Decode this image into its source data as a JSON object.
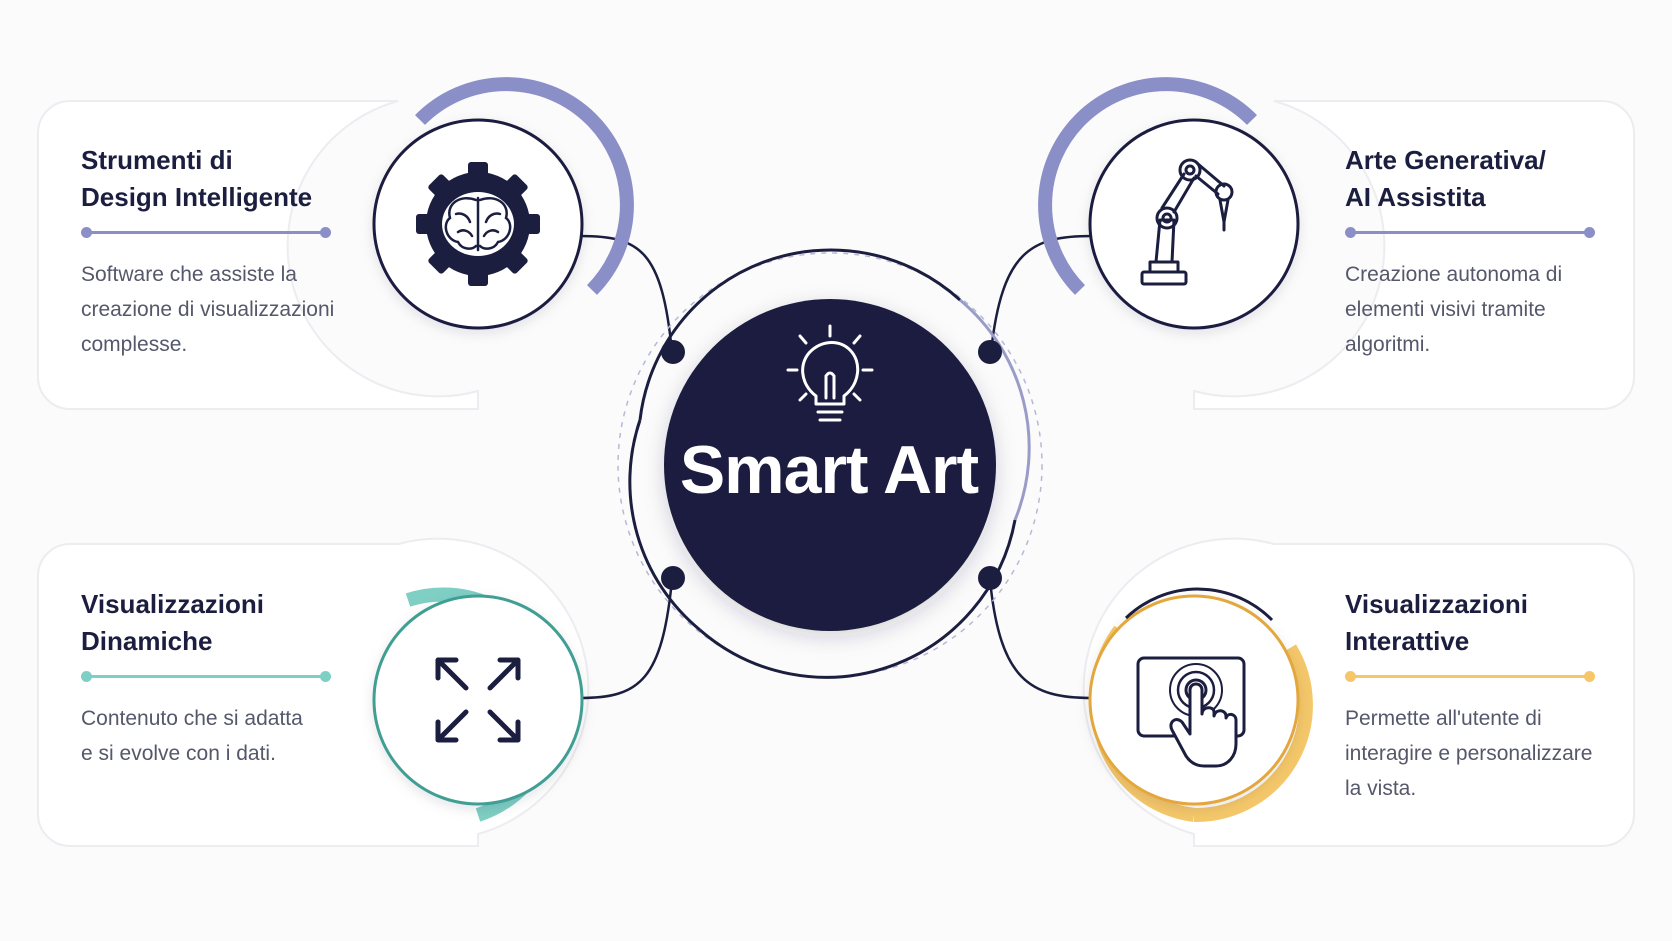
{
  "center": {
    "title": "Smart Art",
    "icon": "lightbulb-icon",
    "fill": "#1b1e3f"
  },
  "nodes": [
    {
      "title": "Strumenti di\nDesign Intelligente",
      "description": "Software che assiste la\ncreazione di visualizzazioni\ncomplesse.",
      "icon": "gear-brain-icon",
      "accent": "#8b8fc8"
    },
    {
      "title": "Arte Generativa/\nAI Assistita",
      "description": "Creazione autonoma di\nelementi visivi tramite\nalgoritmi.",
      "icon": "robot-arm-icon",
      "accent": "#8b8fc8"
    },
    {
      "title": "Visualizzazioni\nDinamiche",
      "description": "Contenuto che si adatta\ne si evolve con i dati.",
      "icon": "expand-arrows-icon",
      "accent": "#7fcfc4"
    },
    {
      "title": "Visualizzazioni\nInterattive",
      "description": "Permette all'utente di\ninteragire e personalizzare\nla vista.",
      "icon": "touch-screen-icon",
      "accent": "#f5c76a"
    }
  ],
  "colors": {
    "dark": "#1b1e3f",
    "card_border": "#ececf1",
    "text": "#55586a"
  }
}
